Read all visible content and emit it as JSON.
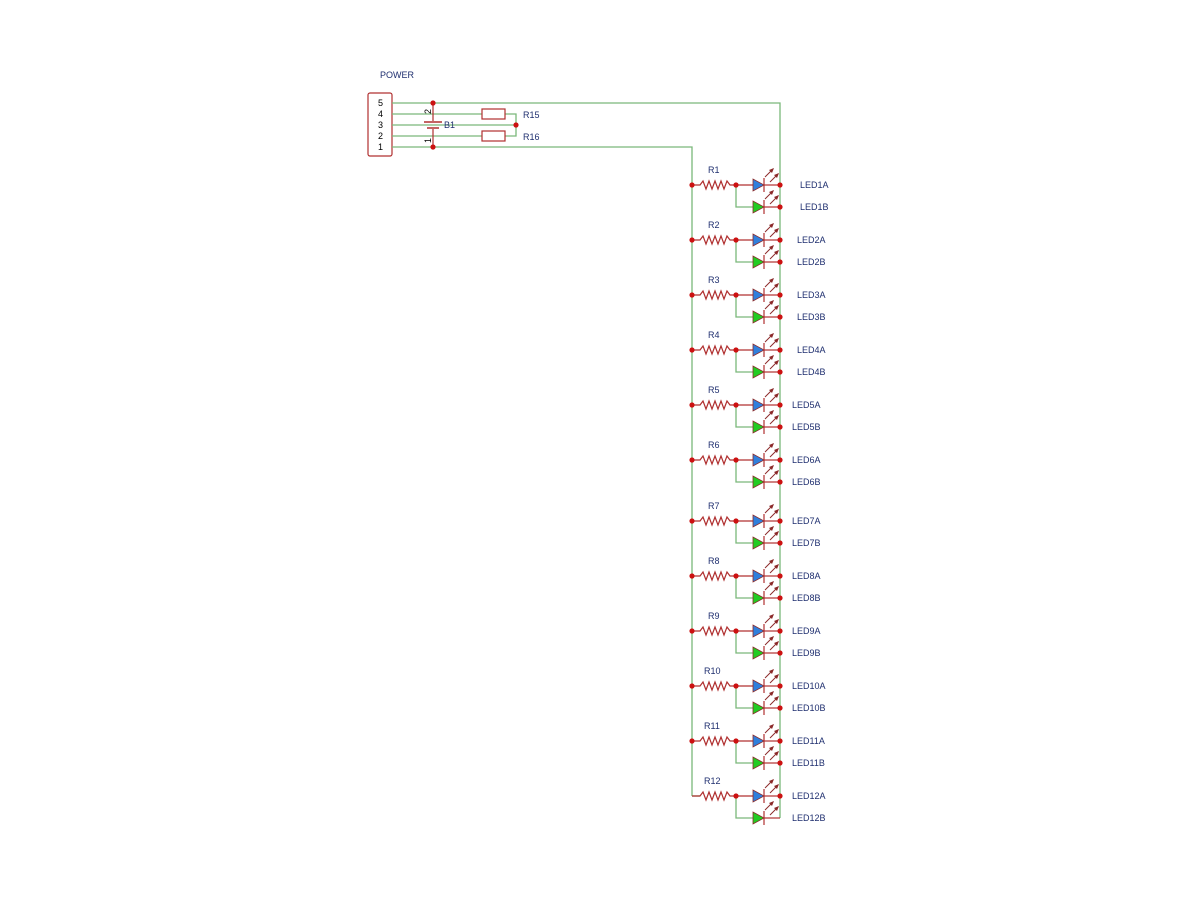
{
  "connector": {
    "label": "POWER",
    "pins": [
      "5",
      "4",
      "3",
      "2",
      "1"
    ]
  },
  "battery": {
    "label": "B1",
    "pin_top": "2",
    "pin_bottom": "1"
  },
  "power_resistors": [
    {
      "label": "R15"
    },
    {
      "label": "R16"
    }
  ],
  "rows": [
    {
      "resistor": "R1",
      "led_a": "LED1A",
      "led_b": "LED1B"
    },
    {
      "resistor": "R2",
      "led_a": "LED2A",
      "led_b": "LED2B"
    },
    {
      "resistor": "R3",
      "led_a": "LED3A",
      "led_b": "LED3B"
    },
    {
      "resistor": "R4",
      "led_a": "LED4A",
      "led_b": "LED4B"
    },
    {
      "resistor": "R5",
      "led_a": "LED5A",
      "led_b": "LED5B"
    },
    {
      "resistor": "R6",
      "led_a": "LED6A",
      "led_b": "LED6B"
    },
    {
      "resistor": "R7",
      "led_a": "LED7A",
      "led_b": "LED7B"
    },
    {
      "resistor": "R8",
      "led_a": "LED8A",
      "led_b": "LED8B"
    },
    {
      "resistor": "R9",
      "led_a": "LED9A",
      "led_b": "LED9B"
    },
    {
      "resistor": "R10",
      "led_a": "LED10A",
      "led_b": "LED10B"
    },
    {
      "resistor": "R11",
      "led_a": "LED11A",
      "led_b": "LED11B"
    },
    {
      "resistor": "R12",
      "led_a": "LED12A",
      "led_b": "LED12B"
    }
  ],
  "colors": {
    "wire": "#7ab87a",
    "component": "#b03030",
    "junction": "#cc1111",
    "led_a": "#2f7fdc",
    "led_b": "#22cc22",
    "label": "#1f2f6f"
  }
}
